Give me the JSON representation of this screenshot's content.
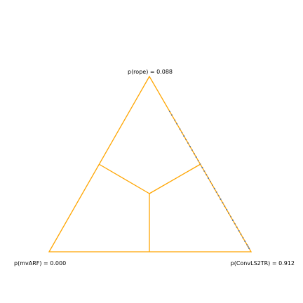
{
  "chart_data": {
    "type": "scatter",
    "plot_kind": "ternary simplex (barycentric posterior plot)",
    "title": "",
    "vertices": [
      {
        "key": "rope",
        "label": "p(rope) = 0.088",
        "value": 0.088,
        "position": "top"
      },
      {
        "key": "mvARF",
        "label": "p(mvARF) = 0.000",
        "value": 0.0,
        "position": "bottom-left"
      },
      {
        "key": "ConvLS2TR",
        "label": "p(ConvLS2TR) = 0.912",
        "value": 0.912,
        "position": "bottom-right"
      }
    ],
    "grid": false,
    "colors": {
      "triangle": "#ffa500",
      "points": "#808080",
      "points_alt": "#4a6fa5"
    },
    "points": [
      {
        "rope": 0.8,
        "mvARF": 0.0,
        "ConvLS2TR": 0.2
      },
      {
        "rope": 0.78,
        "mvARF": 0.0,
        "ConvLS2TR": 0.22
      },
      {
        "rope": 0.75,
        "mvARF": 0.0,
        "ConvLS2TR": 0.25
      },
      {
        "rope": 0.73,
        "mvARF": 0.0,
        "ConvLS2TR": 0.27
      },
      {
        "rope": 0.7,
        "mvARF": 0.0,
        "ConvLS2TR": 0.3
      },
      {
        "rope": 0.68,
        "mvARF": 0.0,
        "ConvLS2TR": 0.32
      },
      {
        "rope": 0.66,
        "mvARF": 0.0,
        "ConvLS2TR": 0.34
      },
      {
        "rope": 0.64,
        "mvARF": 0.0,
        "ConvLS2TR": 0.36
      },
      {
        "rope": 0.62,
        "mvARF": 0.0,
        "ConvLS2TR": 0.38
      },
      {
        "rope": 0.6,
        "mvARF": 0.0,
        "ConvLS2TR": 0.4
      },
      {
        "rope": 0.58,
        "mvARF": 0.0,
        "ConvLS2TR": 0.42
      },
      {
        "rope": 0.56,
        "mvARF": 0.0,
        "ConvLS2TR": 0.44
      },
      {
        "rope": 0.54,
        "mvARF": 0.0,
        "ConvLS2TR": 0.46
      },
      {
        "rope": 0.52,
        "mvARF": 0.0,
        "ConvLS2TR": 0.48
      },
      {
        "rope": 0.5,
        "mvARF": 0.0,
        "ConvLS2TR": 0.5
      },
      {
        "rope": 0.48,
        "mvARF": 0.0,
        "ConvLS2TR": 0.52
      },
      {
        "rope": 0.46,
        "mvARF": 0.0,
        "ConvLS2TR": 0.54
      },
      {
        "rope": 0.44,
        "mvARF": 0.0,
        "ConvLS2TR": 0.56
      },
      {
        "rope": 0.42,
        "mvARF": 0.0,
        "ConvLS2TR": 0.58
      },
      {
        "rope": 0.4,
        "mvARF": 0.0,
        "ConvLS2TR": 0.6
      },
      {
        "rope": 0.38,
        "mvARF": 0.0,
        "ConvLS2TR": 0.62
      },
      {
        "rope": 0.36,
        "mvARF": 0.0,
        "ConvLS2TR": 0.64
      },
      {
        "rope": 0.34,
        "mvARF": 0.0,
        "ConvLS2TR": 0.66
      },
      {
        "rope": 0.32,
        "mvARF": 0.0,
        "ConvLS2TR": 0.68
      },
      {
        "rope": 0.3,
        "mvARF": 0.0,
        "ConvLS2TR": 0.7
      },
      {
        "rope": 0.28,
        "mvARF": 0.0,
        "ConvLS2TR": 0.72
      },
      {
        "rope": 0.26,
        "mvARF": 0.0,
        "ConvLS2TR": 0.74
      },
      {
        "rope": 0.24,
        "mvARF": 0.0,
        "ConvLS2TR": 0.76
      },
      {
        "rope": 0.22,
        "mvARF": 0.0,
        "ConvLS2TR": 0.78
      },
      {
        "rope": 0.2,
        "mvARF": 0.0,
        "ConvLS2TR": 0.8
      },
      {
        "rope": 0.18,
        "mvARF": 0.0,
        "ConvLS2TR": 0.82
      },
      {
        "rope": 0.16,
        "mvARF": 0.0,
        "ConvLS2TR": 0.84
      },
      {
        "rope": 0.14,
        "mvARF": 0.0,
        "ConvLS2TR": 0.86
      },
      {
        "rope": 0.12,
        "mvARF": 0.0,
        "ConvLS2TR": 0.88
      },
      {
        "rope": 0.1,
        "mvARF": 0.0,
        "ConvLS2TR": 0.9
      },
      {
        "rope": 0.08,
        "mvARF": 0.0,
        "ConvLS2TR": 0.92
      },
      {
        "rope": 0.06,
        "mvARF": 0.0,
        "ConvLS2TR": 0.94
      },
      {
        "rope": 0.04,
        "mvARF": 0.0,
        "ConvLS2TR": 0.96
      },
      {
        "rope": 0.03,
        "mvARF": 0.0,
        "ConvLS2TR": 0.97
      },
      {
        "rope": 0.02,
        "mvARF": 0.0,
        "ConvLS2TR": 0.98
      }
    ]
  }
}
